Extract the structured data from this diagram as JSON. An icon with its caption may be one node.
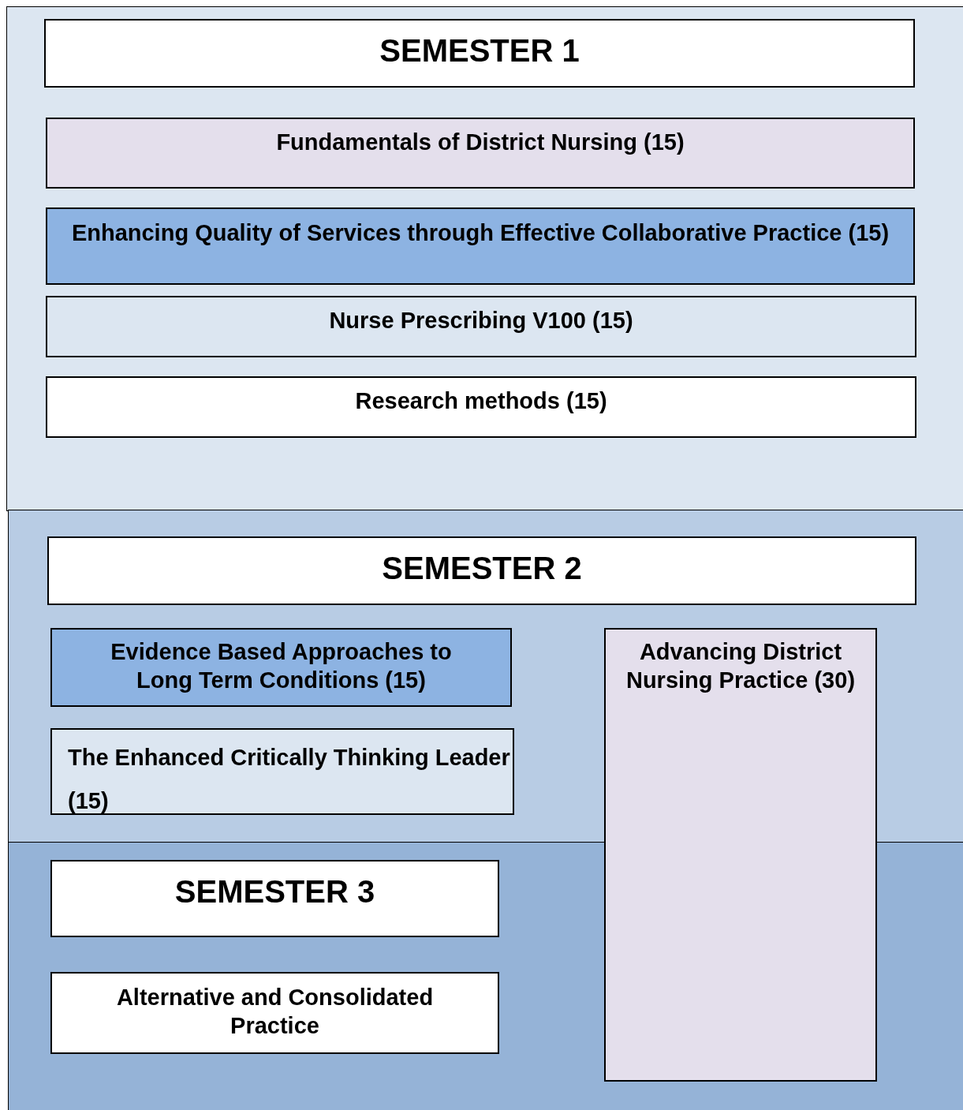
{
  "diagram": {
    "nodes": [
      {
        "text": [
          "SEMESTER 1"
        ]
      },
      {
        "text": [
          "Fundamentals of District Nursing (15)"
        ]
      },
      {
        "text": [
          "Enhancing Quality of Services through Effective Collaborative Practice (15)"
        ]
      },
      {
        "text": [
          "Nurse Prescribing V100 (15)"
        ]
      },
      {
        "text": [
          "Research methods (15)"
        ]
      },
      {
        "text": [
          "SEMESTER 2"
        ]
      },
      {
        "text": [
          "Evidence Based Approaches to Long Term Conditions (15)"
        ]
      },
      {
        "text": [
          "The Enhanced Critically Thinking Leader (15)"
        ]
      },
      {
        "text": [
          "Advancing District Nursing Practice (30)"
        ]
      },
      {
        "text": [
          "SEMESTER 3"
        ]
      },
      {
        "text": [
          "Alternative and Consolidated Practice"
        ]
      }
    ]
  }
}
